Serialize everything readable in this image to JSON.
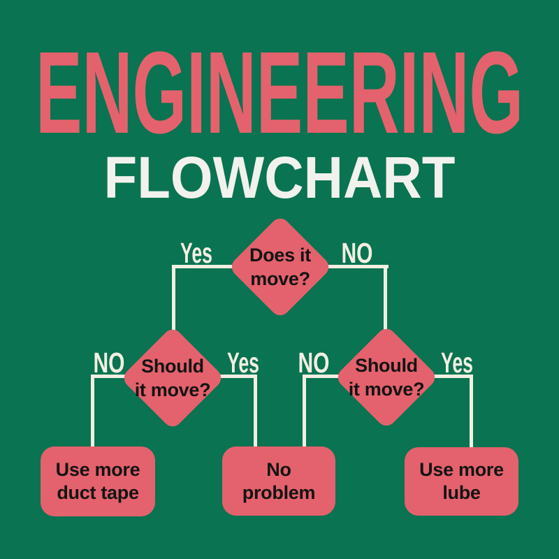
{
  "title": {
    "line1": "ENGINEERING",
    "line2": "FLOWCHART"
  },
  "colors": {
    "background": "#0a7351",
    "shape": "#e4626d",
    "line": "#f2efe2",
    "title_accent": "#e4626d",
    "title_light": "#f1f1ed",
    "text_dark": "#141414"
  },
  "nodes": {
    "root": {
      "line1": "Does it",
      "line2": "move?"
    },
    "left": {
      "line1": "Should",
      "line2": "it move?"
    },
    "right": {
      "line1": "Should",
      "line2": "it move?"
    },
    "duct_tape": {
      "line1": "Use more",
      "line2": "duct tape"
    },
    "no_problem": {
      "line1": "No",
      "line2": "problem"
    },
    "lube": {
      "line1": "Use more",
      "line2": "lube"
    }
  },
  "edges": {
    "root_yes": "Yes",
    "root_no": "NO",
    "left_no": "NO",
    "left_yes": "Yes",
    "right_no": "NO",
    "right_yes": "Yes"
  }
}
